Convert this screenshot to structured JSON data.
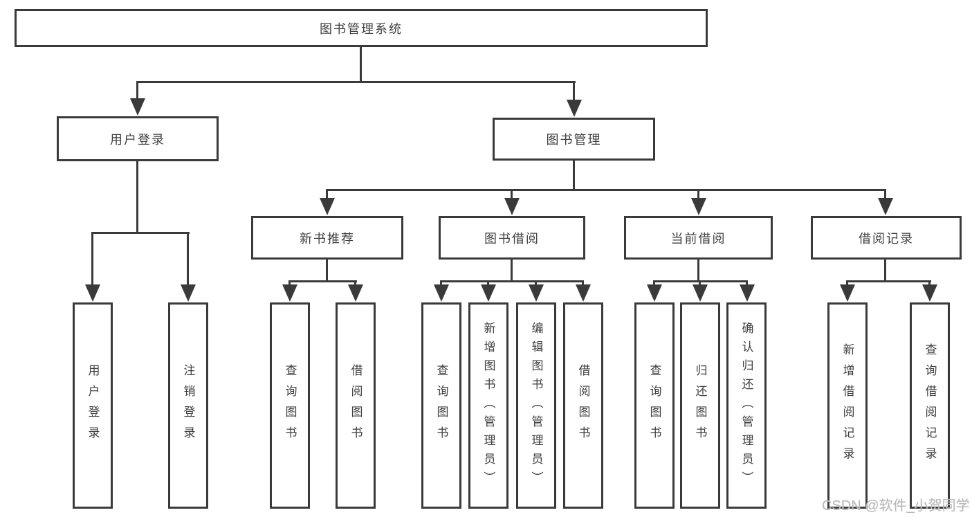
{
  "diagram": {
    "type": "hierarchy-tree",
    "colors": {
      "line": "#3a3a3a",
      "text": "#3f3f3f",
      "background": "#ffffff",
      "watermark": "#b9b9b9"
    },
    "nodes": {
      "root": "图书管理系统",
      "user_login": "用户登录",
      "book_mgmt": "图书管理",
      "level3": [
        "新书推荐",
        "图书借阅",
        "当前借阅",
        "借阅记录"
      ],
      "leaves_user": [
        "用户登录",
        "注销登录"
      ],
      "leaves_newbook": [
        "查询图书",
        "借阅图书"
      ],
      "leaves_borrow": [
        "查询图书",
        "新增图书（管理员）",
        "编辑图书（管理员）",
        "借阅图书"
      ],
      "leaves_current": [
        "查询图书",
        "归还图书",
        "确认归还（管理员）"
      ],
      "leaves_record": [
        "新增借阅记录",
        "查询借阅记录"
      ]
    },
    "watermark": "CSDN @软件_小贺同学"
  }
}
